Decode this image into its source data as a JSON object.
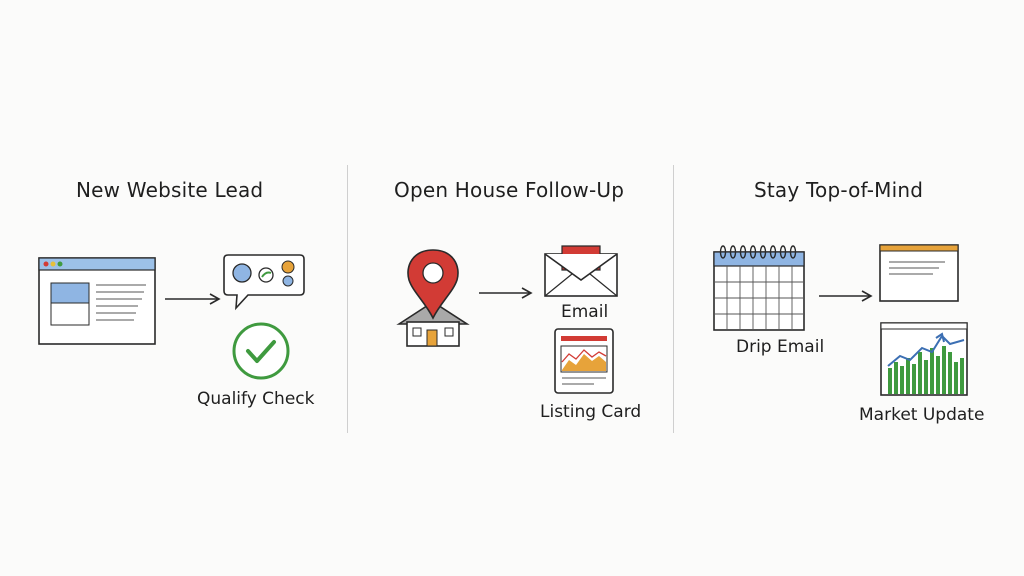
{
  "sections": [
    {
      "title": "New Website Lead",
      "labels": {
        "check": "Qualify Check"
      },
      "icons": [
        "browser-window-icon",
        "arrow-right-icon",
        "chat-bubble-icon",
        "check-circle-icon"
      ]
    },
    {
      "title": "Open House Follow-Up",
      "labels": {
        "email": "Email",
        "listing": "Listing Card"
      },
      "icons": [
        "map-pin-house-icon",
        "arrow-right-icon",
        "envelope-icon",
        "listing-card-icon"
      ]
    },
    {
      "title": "Stay Top-of-Mind",
      "labels": {
        "drip": "Drip Email",
        "market": "Market Update"
      },
      "icons": [
        "calendar-icon",
        "arrow-right-icon",
        "newsletter-icon",
        "market-chart-icon"
      ]
    }
  ],
  "colors": {
    "blue": "#6f9fd8",
    "red": "#d23b35",
    "green": "#3f9a3f",
    "orange": "#e7a33a",
    "yellow": "#e6c03a",
    "ink": "#2a2a2a"
  }
}
